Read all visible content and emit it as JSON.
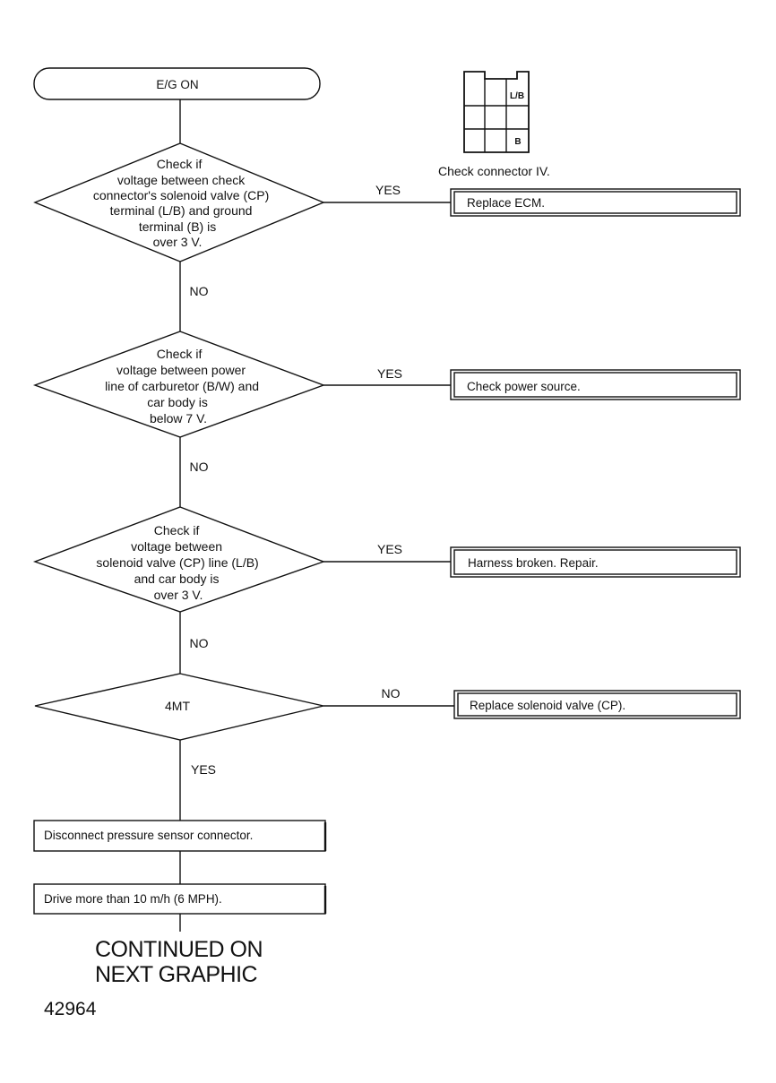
{
  "start": {
    "label": "E/G ON"
  },
  "connector": {
    "caption": "Check connector IV.",
    "pin_top_right": "L/B",
    "pin_bottom_right": "B"
  },
  "decisions": [
    {
      "lines": [
        "Check if",
        "voltage between check",
        "connector's solenoid valve (CP)",
        "terminal (L/B) and ground",
        "terminal (B) is",
        "over 3 V."
      ],
      "right_label": "YES",
      "right_action": "Replace ECM.",
      "down_label": "NO"
    },
    {
      "lines": [
        "Check if",
        "voltage between power",
        "line of carburetor (B/W) and",
        "car body is",
        "below 7 V."
      ],
      "right_label": "YES",
      "right_action": "Check power source.",
      "down_label": "NO"
    },
    {
      "lines": [
        "Check if",
        "voltage between",
        "solenoid valve (CP) line (L/B)",
        "and car body is",
        "over 3 V."
      ],
      "right_label": "YES",
      "right_action": "Harness broken.  Repair.",
      "down_label": "NO"
    },
    {
      "lines": [
        "4MT"
      ],
      "right_label": "NO",
      "right_action": "Replace solenoid valve (CP).",
      "down_label": "YES"
    }
  ],
  "steps": [
    "Disconnect pressure sensor connector.",
    "Drive more than 10 m/h (6 MPH)."
  ],
  "continued": [
    "CONTINUED ON",
    "NEXT GRAPHIC"
  ],
  "figure_number": "42964"
}
